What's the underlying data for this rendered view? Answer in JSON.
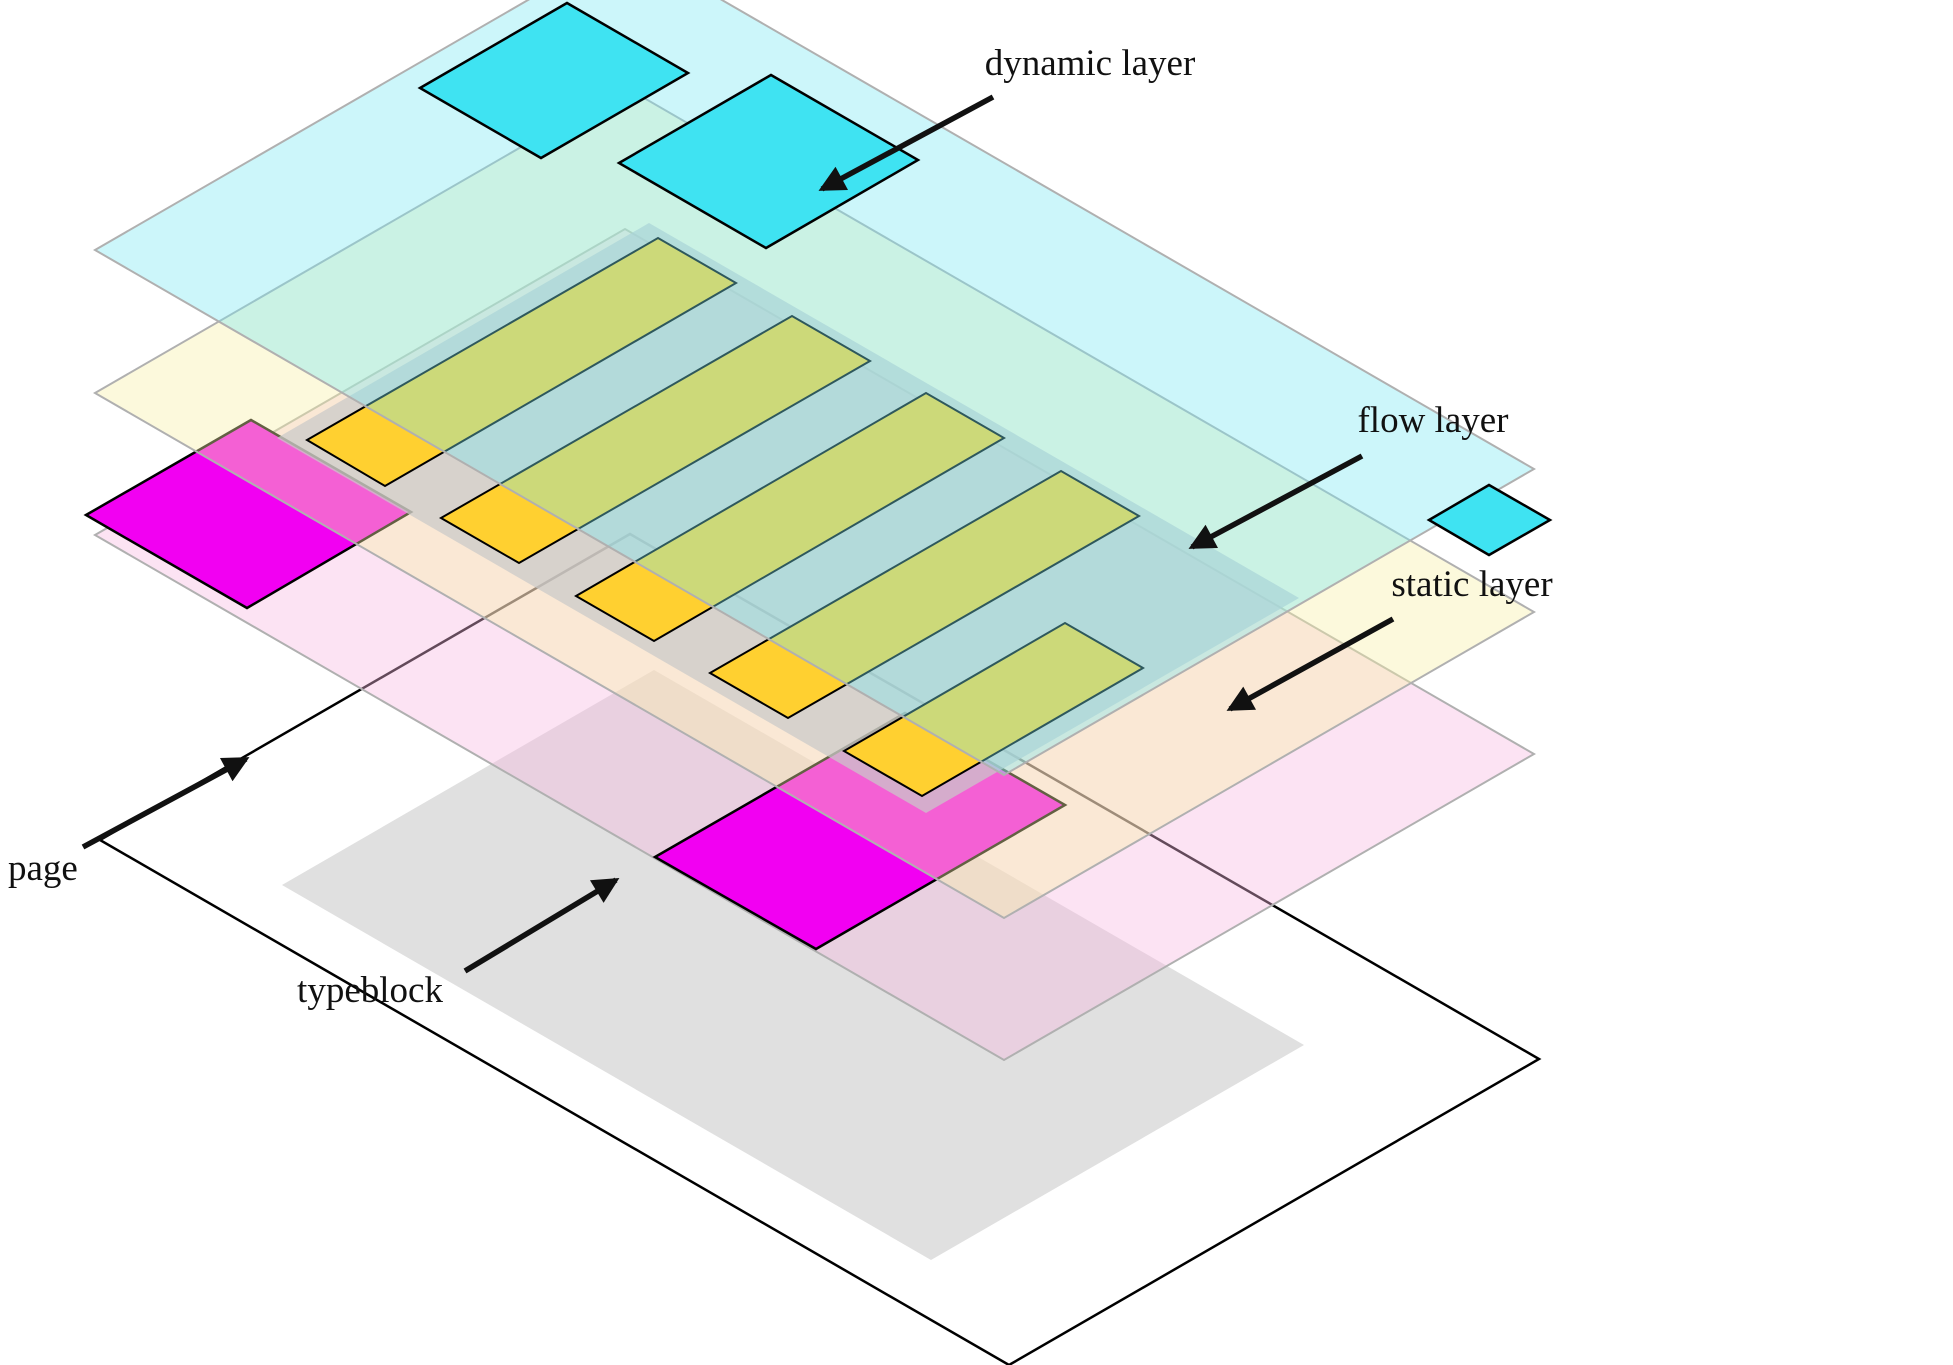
{
  "labels": {
    "dynamic_layer": "dynamic layer",
    "flow_layer": "flow layer",
    "static_layer": "static layer",
    "page": "page",
    "typeblock": "typeblock"
  },
  "colors": {
    "page_fill": "#ffffff",
    "page_typeblock_gray": "#e0e0e0",
    "flow_typeblock_gray": "#c9c9c9",
    "static_sheet": "#f7b8e0",
    "flow_sheet": "#f7f0a8",
    "dynamic_sheet": "#7ae8f2",
    "static_block_magenta": "#f200f2",
    "text_line_gold": "#ffd030",
    "dynamic_box_cyan": "#3fe3f2",
    "sheet_stroke": "#b0b0b0",
    "outline": "#000000",
    "label_ink": "#111111"
  }
}
